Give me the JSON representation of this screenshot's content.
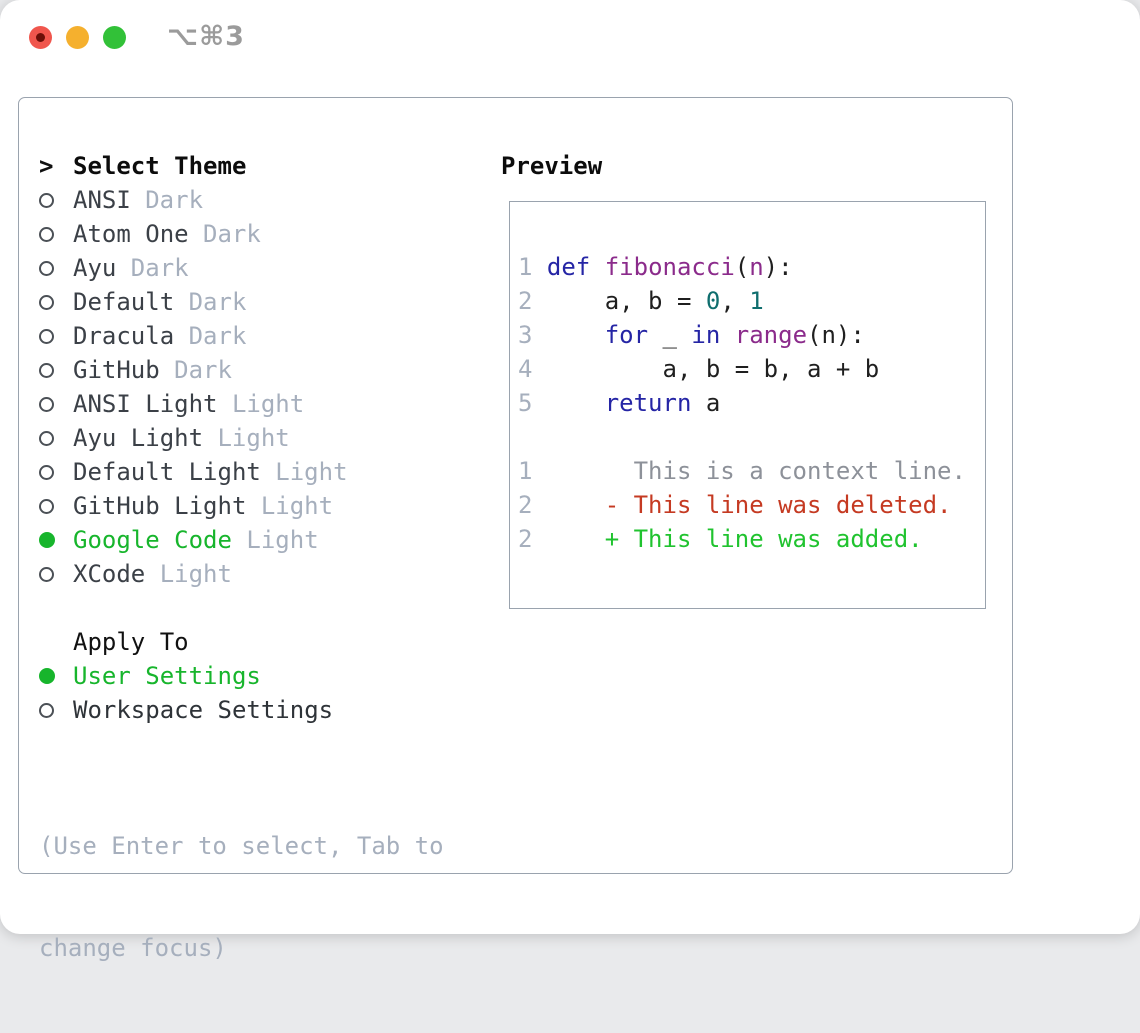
{
  "titlebar": {
    "hotkey_label": "⌥⌘3"
  },
  "theme_panel": {
    "cursor": ">",
    "title": "Select Theme",
    "items": [
      {
        "label": "ANSI",
        "variant": "Dark",
        "selected": false
      },
      {
        "label": "Atom One",
        "variant": "Dark",
        "selected": false
      },
      {
        "label": "Ayu",
        "variant": "Dark",
        "selected": false
      },
      {
        "label": "Default",
        "variant": "Dark",
        "selected": false
      },
      {
        "label": "Dracula",
        "variant": "Dark",
        "selected": false
      },
      {
        "label": "GitHub",
        "variant": "Dark",
        "selected": false
      },
      {
        "label": "ANSI Light",
        "variant": "Light",
        "selected": false
      },
      {
        "label": "Ayu Light",
        "variant": "Light",
        "selected": false
      },
      {
        "label": "Default Light",
        "variant": "Light",
        "selected": false
      },
      {
        "label": "GitHub Light",
        "variant": "Light",
        "selected": false
      },
      {
        "label": "Google Code",
        "variant": "Light",
        "selected": true
      },
      {
        "label": "XCode",
        "variant": "Light",
        "selected": false
      }
    ]
  },
  "apply_panel": {
    "title": "Apply To",
    "options": [
      {
        "label": "User Settings",
        "selected": true
      },
      {
        "label": "Workspace Settings",
        "selected": false
      }
    ]
  },
  "help": {
    "lines": [
      "(Use Enter to select, Tab to",
      "change focus)"
    ]
  },
  "preview": {
    "title": "Preview",
    "lines": [
      {
        "tokens": [
          [
            "ln",
            "1 "
          ],
          [
            "kw",
            "def"
          ],
          [
            "pln",
            " "
          ],
          [
            "fn",
            "fibonacci"
          ],
          [
            "pln",
            "("
          ],
          [
            "fn",
            "n"
          ],
          [
            "pln",
            "):"
          ]
        ]
      },
      {
        "tokens": [
          [
            "ln",
            "2 "
          ],
          [
            "pln",
            "    a, b = "
          ],
          [
            "lit",
            "0"
          ],
          [
            "pln",
            ", "
          ],
          [
            "lit",
            "1"
          ]
        ]
      },
      {
        "tokens": [
          [
            "ln",
            "3 "
          ],
          [
            "pln",
            "    "
          ],
          [
            "kw",
            "for"
          ],
          [
            "pln",
            " _ "
          ],
          [
            "kw",
            "in"
          ],
          [
            "pln",
            " "
          ],
          [
            "fn",
            "range"
          ],
          [
            "pln",
            "(n):"
          ]
        ]
      },
      {
        "tokens": [
          [
            "ln",
            "4 "
          ],
          [
            "pln",
            "        a, b = b, a + b"
          ]
        ]
      },
      {
        "tokens": [
          [
            "ln",
            "5 "
          ],
          [
            "pln",
            "    "
          ],
          [
            "kw",
            "return"
          ],
          [
            "pln",
            " a"
          ]
        ]
      },
      {
        "tokens": []
      },
      {
        "tokens": [
          [
            "ln",
            "1 "
          ],
          [
            "ctx",
            "      This is a context line."
          ]
        ]
      },
      {
        "tokens": [
          [
            "ln",
            "2 "
          ],
          [
            "del",
            "    - This line was deleted."
          ]
        ]
      },
      {
        "tokens": [
          [
            "ln",
            "2 "
          ],
          [
            "add",
            "    + This line was added."
          ]
        ]
      }
    ]
  },
  "colors": {
    "selection_green": "#17b52c",
    "keyword": "#2525a5",
    "function_name": "#8b2b8b",
    "literal": "#0f6e6e",
    "plain_code": "#1f1f1f",
    "line_number": "#a6afbd",
    "context_line": "#8d9199",
    "deleted_line": "#c53a22",
    "added_line": "#20c32f",
    "muted_text": "#a6afbd",
    "item_text": "#3b4047",
    "panel_border": "#9aa3ae",
    "traffic_red": "#f0564d",
    "traffic_yellow": "#f5b02e",
    "traffic_green": "#32c138"
  }
}
